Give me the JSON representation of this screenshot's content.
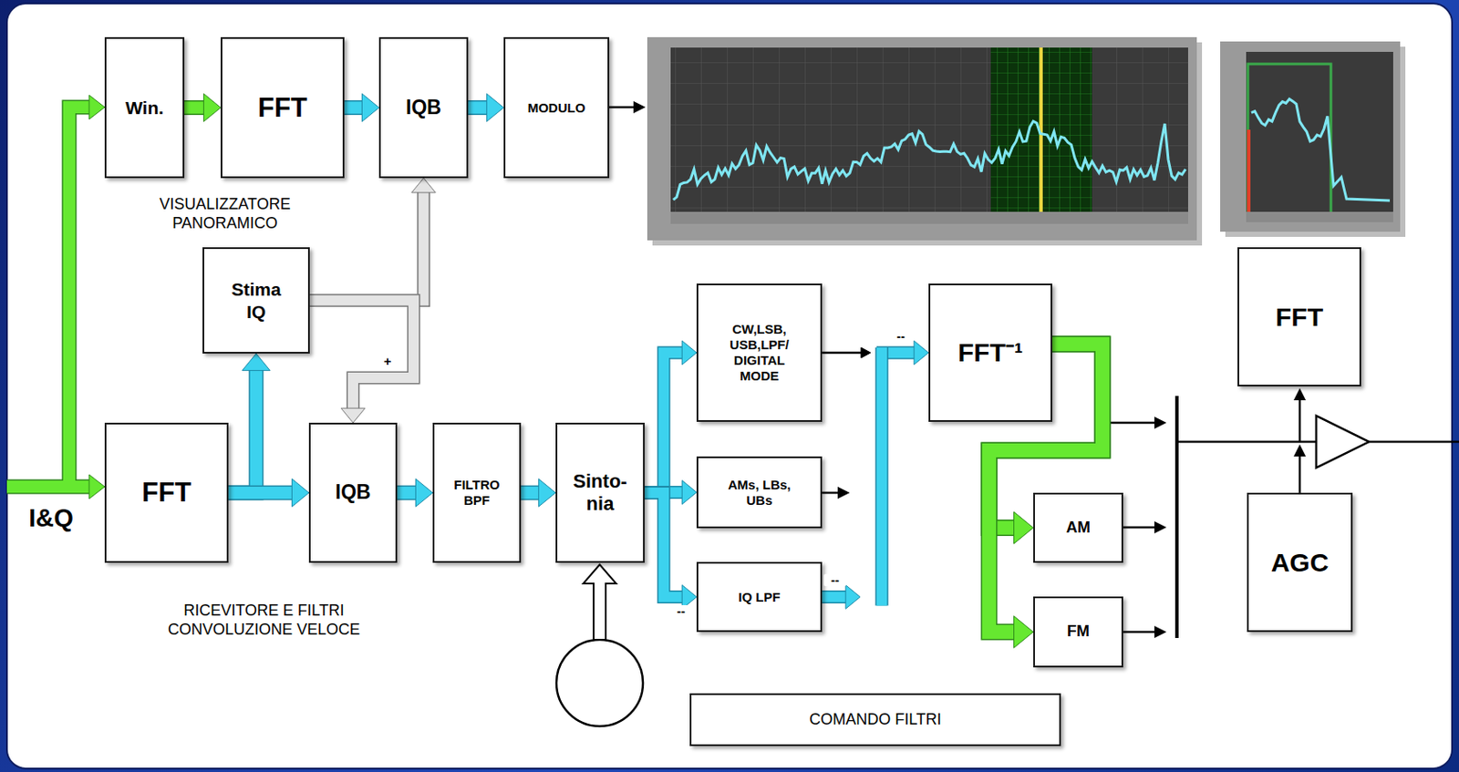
{
  "diagram": {
    "nodes": [
      {
        "text": [
          "Win."
        ]
      },
      {
        "text": [
          "FFT"
        ]
      },
      {
        "text": [
          "IQB"
        ]
      },
      {
        "text": [
          "MODULO"
        ]
      },
      {
        "text": [
          "Stima IQ"
        ]
      },
      {
        "text": [
          "FFT"
        ]
      },
      {
        "text": [
          "CW,LSB, USB,LPF/ DIGITAL MODE"
        ]
      },
      {
        "text": [
          "FFT⁻¹"
        ]
      },
      {
        "text": [
          "FFT"
        ]
      },
      {
        "text": [
          "IQB"
        ]
      },
      {
        "text": [
          "FILTRO BPF"
        ]
      },
      {
        "text": [
          "Sinto- nia"
        ]
      },
      {
        "text": [
          "AMs, LBs, UBs"
        ]
      },
      {
        "text": [
          "AM"
        ]
      },
      {
        "text": [
          "AGC"
        ]
      },
      {
        "text": [
          "IQ LPF"
        ]
      },
      {
        "text": [
          "FM"
        ]
      },
      {
        "text": [
          "COMANDO FILTRI"
        ]
      }
    ],
    "edges": [
      {
        "from": 0,
        "to": 1,
        "arrow": "to"
      },
      {
        "from": 1,
        "to": 2,
        "arrow": "to"
      },
      {
        "from": 2,
        "to": 3,
        "arrow": "to"
      },
      {
        "from": 8,
        "to": 4,
        "arrow": "to"
      },
      {
        "from": 8,
        "to": 9,
        "arrow": "to"
      },
      {
        "from": 4,
        "to": 2,
        "arrow": "to"
      },
      {
        "from": 4,
        "to": 9,
        "arrow": "to"
      },
      {
        "from": 9,
        "to": 10,
        "arrow": "to"
      },
      {
        "from": 10,
        "to": 11,
        "arrow": "to"
      },
      {
        "from": 11,
        "to": 6,
        "arrow": "to"
      },
      {
        "from": 11,
        "to": 12,
        "arrow": "to"
      },
      {
        "from": 11,
        "to": 15,
        "arrow": "to"
      },
      {
        "from": 6,
        "to": 7,
        "arrow": "to"
      },
      {
        "from": 15,
        "to": 7,
        "arrow": "to"
      },
      {
        "from": 7,
        "to": 13,
        "arrow": "to"
      },
      {
        "from": 7,
        "to": 16,
        "arrow": "to"
      }
    ],
    "labels": [
      "VISUALIZZATORE PANORAMICO",
      "RICEVITORE E FILTRI CONVOLUZIONE VELOCE",
      "I&Q",
      "+",
      "--",
      "--",
      "--"
    ]
  }
}
